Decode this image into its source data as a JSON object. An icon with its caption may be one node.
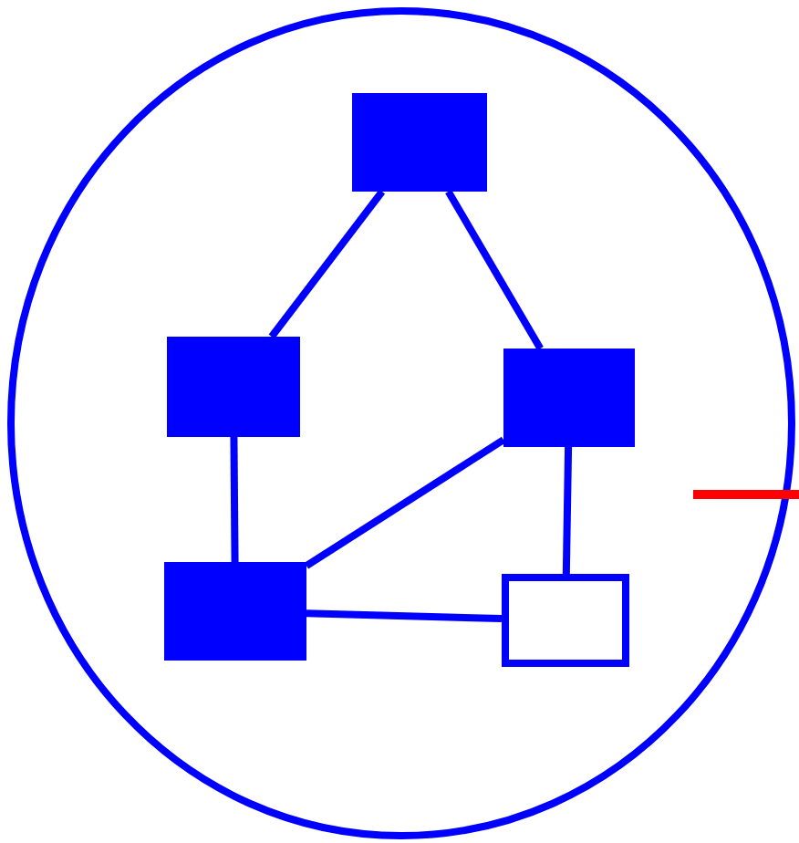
{
  "diagram": {
    "nodes": [
      {
        "text": [],
        "shape": "circle"
      },
      {
        "text": [],
        "shape": "box",
        "in": 0
      },
      {
        "text": [],
        "shape": "box",
        "in": 0
      },
      {
        "text": [],
        "shape": "box",
        "in": 0
      },
      {
        "text": [],
        "shape": "box",
        "in": 0
      },
      {
        "text": [],
        "shape": "box",
        "in": 0
      }
    ],
    "edges": [
      {
        "from": 1,
        "to": 2,
        "arrow": "none"
      },
      {
        "from": 1,
        "to": 3,
        "arrow": "none"
      },
      {
        "from": 2,
        "to": 4,
        "arrow": "none"
      },
      {
        "from": 3,
        "to": 4,
        "arrow": "none"
      },
      {
        "from": 3,
        "to": 5,
        "arrow": "none"
      },
      {
        "from": 4,
        "to": 5,
        "arrow": "none"
      }
    ]
  }
}
